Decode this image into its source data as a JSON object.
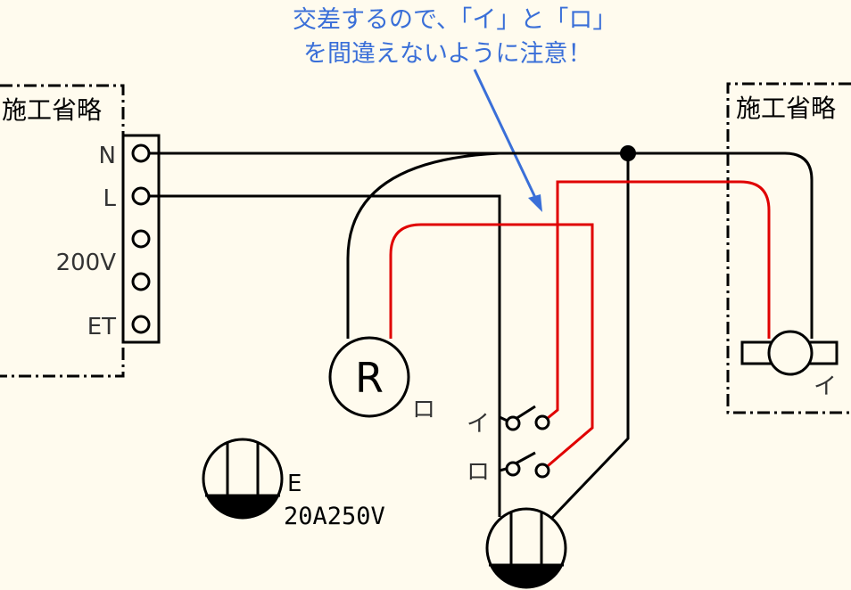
{
  "annotation": {
    "line1": "交差するので、「イ」と「ロ」",
    "line2": "を間違えないように注意！",
    "color": "#3a6fd8"
  },
  "left_box": {
    "label": "施工省略",
    "terminals": [
      "N",
      "L",
      "200V",
      "ET"
    ]
  },
  "right_box": {
    "label": "施工省略",
    "lamp_label": "イ"
  },
  "ceiling_lamp": {
    "symbol": "R",
    "label": "ロ"
  },
  "switches": [
    {
      "label": "イ"
    },
    {
      "label": "ロ"
    }
  ],
  "outlet": {
    "grade_mark": "E",
    "rating": "20A250V"
  },
  "colors": {
    "wire_black": "#000000",
    "wire_red": "#e00000",
    "background": "#fffbee"
  }
}
